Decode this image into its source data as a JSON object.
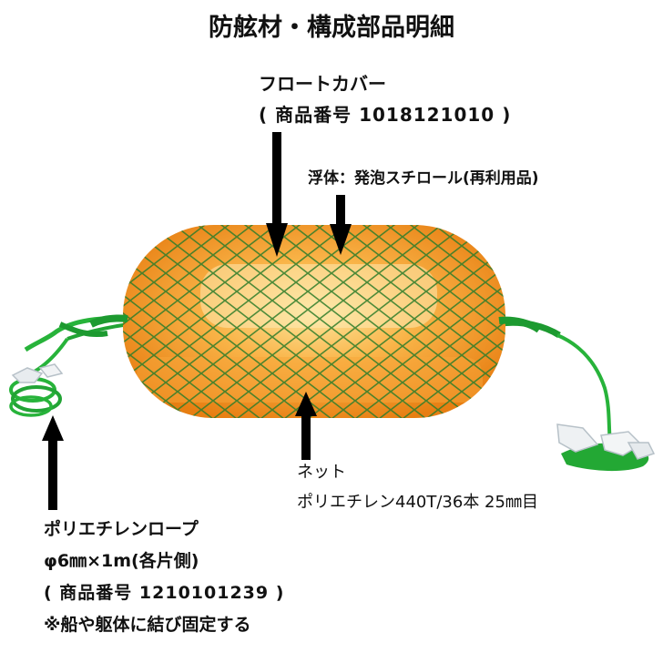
{
  "title": "防舷材・構成部品明細",
  "cover": {
    "name": "フロートカバー",
    "code": "( 商品番号 1018121010 )"
  },
  "float": {
    "label": "浮体：発泡スチロール(再利用品)"
  },
  "net": {
    "name": "ネット",
    "spec": "ポリエチレン440T/36本 25㎜目"
  },
  "rope": {
    "name": "ポリエチレンロープ",
    "spec": "φ6㎜×1m(各片側)",
    "code": "( 商品番号 1210101239 )",
    "note": "※船や躯体に結び固定する"
  },
  "colors": {
    "float_orange": "#f49a2c",
    "float_highlight": "#fde08a",
    "net_green": "#2f8a2a",
    "rope_green": "#27b33a",
    "arrow": "#000000"
  }
}
